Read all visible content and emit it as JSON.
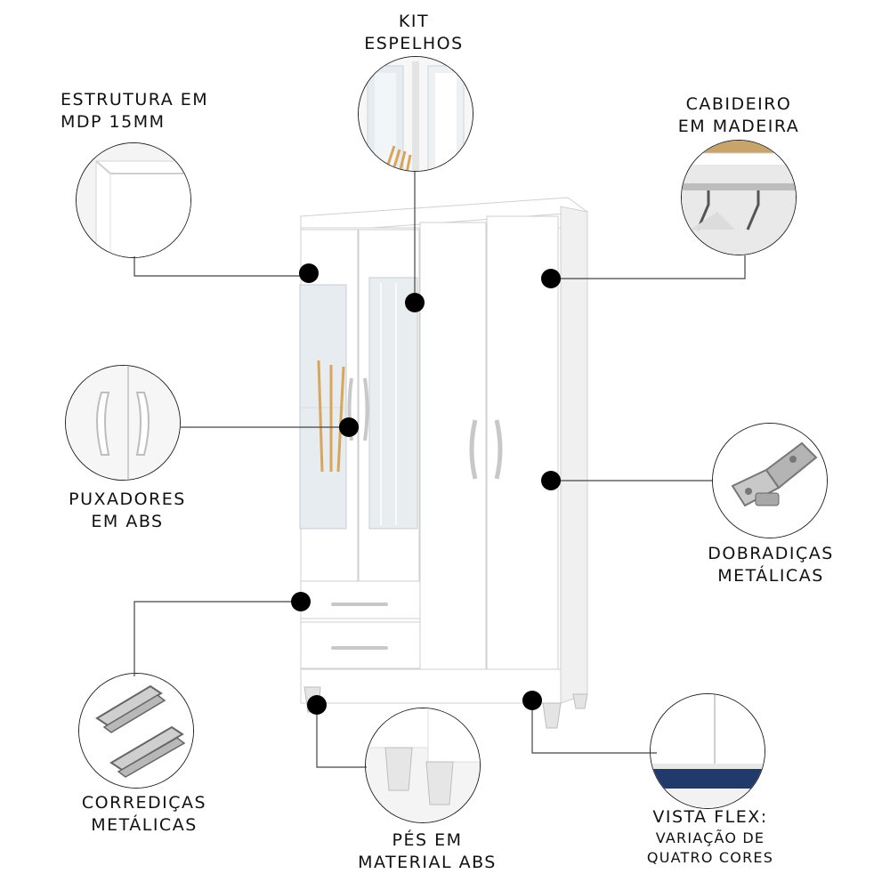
{
  "features": {
    "kit_espelhos": {
      "line1": "KIT",
      "line2": "ESPELHOS"
    },
    "estrutura": {
      "line1": "ESTRUTURA EM",
      "line2": "MDP 15MM"
    },
    "cabideiro": {
      "line1": "CABIDEIRO",
      "line2": "EM MADEIRA"
    },
    "puxadores": {
      "line1": "PUXADORES",
      "line2": "EM ABS"
    },
    "dobradicas": {
      "line1": "DOBRADIÇAS",
      "line2": "METÁLICAS"
    },
    "corredicas": {
      "line1": "CORREDIÇAS",
      "line2": "METÁLICAS"
    },
    "pes": {
      "line1": "PÉS EM",
      "line2": "MATERIAL ABS"
    },
    "vista_flex": {
      "line1": "VISTA FLEX:",
      "line2": "VARIAÇÃO DE",
      "line3": "QUATRO CORES"
    }
  },
  "colors": {
    "wardrobe": "#ffffff",
    "outline": "#d0d0d0",
    "dot": "#000000",
    "accent_navy": "#1f3a6b",
    "mirror": "#e6ecef",
    "wood": "#d9a55a"
  },
  "icons": [
    "mirror-icon",
    "hinge-icon",
    "drawer-slide-icon",
    "hanger-rod-icon",
    "handle-icon",
    "foot-icon"
  ]
}
